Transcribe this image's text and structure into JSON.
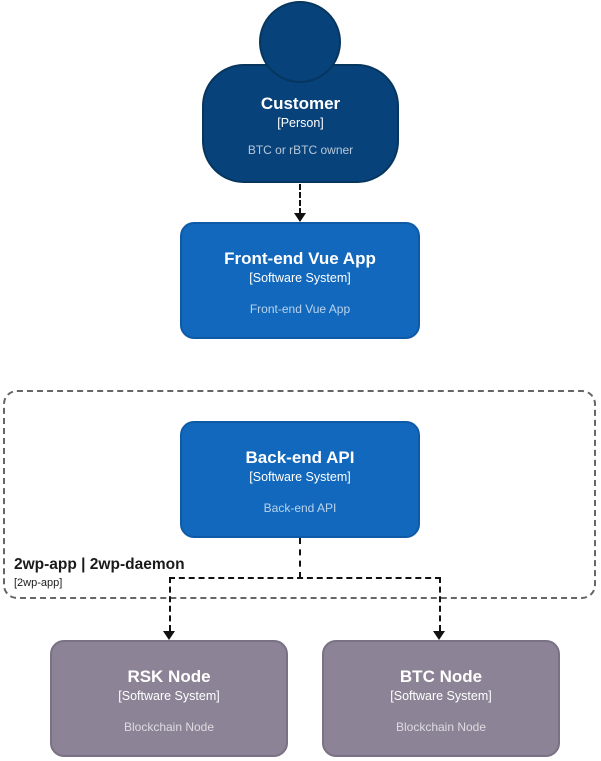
{
  "diagram": {
    "nodes": {
      "customer": {
        "name": "Customer",
        "type": "[Person]",
        "description": "BTC or rBTC owner"
      },
      "frontend": {
        "name": "Front-end Vue App",
        "type": "[Software System]",
        "description": "Front-end Vue App"
      },
      "backend": {
        "name": "Back-end API",
        "type": "[Software System]",
        "description": "Back-end API"
      },
      "rsk_node": {
        "name": "RSK Node",
        "type": "[Software System]",
        "description": "Blockchain Node"
      },
      "btc_node": {
        "name": "BTC Node",
        "type": "[Software System]",
        "description": "Blockchain Node"
      }
    },
    "boundary": {
      "title": "2wp-app | 2wp-daemon",
      "subtitle": "[2wp-app]"
    },
    "colors": {
      "person_fill": "#08427B",
      "person_border": "#06365E",
      "system_fill": "#1168BD",
      "system_border": "#0E5AA7",
      "external_fill": "#8C8496",
      "external_border": "#7A7184",
      "boundary_border": "#666666",
      "arrow_color": "#111111"
    }
  }
}
